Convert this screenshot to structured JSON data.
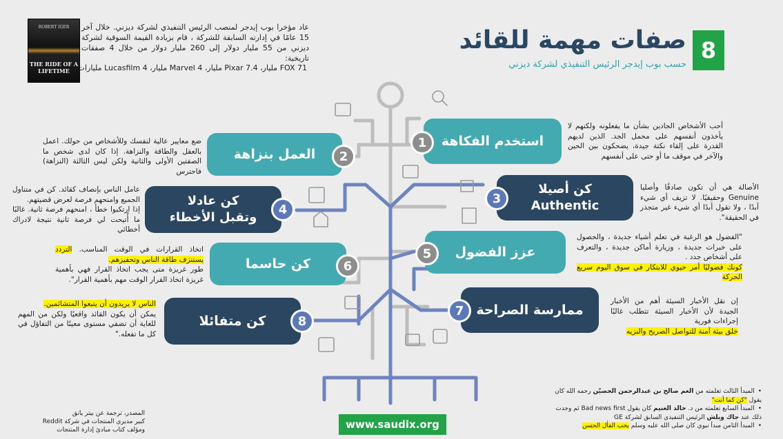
{
  "header": {
    "number": "8",
    "title": "صفات مهمة للقائد",
    "subtitle": "حسب بوب إيدجر الرئيس التنفيذي لشركة ديزني",
    "intro": "عاد مؤخرا بوب إيدجر لمنصب الرئيس التنفيذي لشركة ديزني. خلال آخر 15 عامًا في إدارته السابقة للشركة ، قام بزيادة القيمة السوقية لشركة ديزني من 55 مليار دولار إلى 260 مليار دولار من خلال 4 صفقات تاريخية:",
    "deals": "FOX 71 مليار، Pixar 7.4 مليار، Marvel 4 مليار، Lucasfilm 4 مليارات",
    "book_top": "ROBERT IGER",
    "book_title": "THE RIDE OF A LIFETIME"
  },
  "traits": [
    {
      "num": "1",
      "title": "استخدم الفكاهة",
      "desc": "أحب الأشخاص الجادين بشأن ما يفعلونه ولكنهم لا يأخذون أنفسهم على محمل الجد. الذين لديهم القدرة على إلقاء نكتة جيدة، يضحكون بين الحين والآخر في موقف ما أو حتى على أنفسهم"
    },
    {
      "num": "2",
      "title": "العمل بنزاهة",
      "desc": "ضع معايير عالية لنفسك وللأشخاص من حولك. اعمل بالعقل والطاقة والنزاهة. إذا كان لدى شخص ما الصفتين الأولى والثانية ولكن ليس الثالثة (النزاهة) فاحترس"
    },
    {
      "num": "3",
      "title": "كن أصيلا",
      "title2": "Authentic",
      "desc": "الأصالة هي أن تكون صادقًا وأصليا Genuine وحقيقيًا. لا تزيف أي شيء أبدًا ، ولا تقول أبدًا أي شيء غير متجذر في الحقيقة\"."
    },
    {
      "num": "4",
      "title": "كن عادلا",
      "title2": "وتقبل الأخطاء",
      "desc1": "عامل الناس بإنصاف كقائد. كن في متناول الجميع وامنحهم فرصة لعرض قضيتهم.",
      "desc2": "إذا ارتكبوا خطأ ، امنحهم فرصة ثانية. غالبًا ما أُتيحت لي فرصة ثانية نتيجة لادراك أخطائي"
    },
    {
      "num": "5",
      "title": "عزز الفضول",
      "desc": "\"الفضول هو الرغبة في تعلم أشياء جديدة ، والحصول على خبرات جديدة ، وزيارة أماكن جديدة ، والتعرف على أشخاص جدد .",
      "highlight": "كونك فضوليًا أمر حيوي للابتكار في سوق اليوم سريع الحركة"
    },
    {
      "num": "6",
      "title": "كن حاسما",
      "desc1": "اتخاذ القرارات في الوقت المناسب.",
      "highlight": "التردد يستنزف طاقة الناس وتحفيزهم.",
      "desc2": "طور غريزة متى يجب اتخاذ القرار فهي بأهمية غريزة اتخاذ القرار الوقت مهم بأهمية القرار\"."
    },
    {
      "num": "7",
      "title": "ممارسة الصراحة",
      "desc": "إن نقل الأخبار السيئة أهم من الأخبار الجيدة لأن الأخبار السيئة تتطلب غالبًا إجراءات فورية",
      "highlight": "خلق بيئة آمنة للتواصل الصريح والنزيه"
    },
    {
      "num": "8",
      "title": "كن متفائلا",
      "highlight": "الناس لا يريدون أن يتبعوا المتشائمين.",
      "desc": "يمكن أن يكون القائد واقعيًا ولكن من المهم للغاية أن تضفي مستوى معينًا من التفاؤل في كل ما تفعله.\""
    }
  ],
  "footer": {
    "website": "www.saudix.org",
    "source1": "المصدر، ترجمة عن بيتر يانق",
    "source2": "كبير مديري المنتجات في شركة Reddit",
    "source3": "ومؤلف كتاب مبادئ إدارة المنتجات",
    "note1a": "المبدأ الثالث تعلمته من ",
    "note1b": "العم صالح بن عبدالرحمن الحصيّن",
    "note1c": " رحمه الله كان يقول ",
    "note1d": "\"كن كما أنت\"",
    "note2a": "المبدأ السابع تعلمته من د. ",
    "note2b": "خالد الغنيم",
    "note2c": " كان يقول Bad news first ثم وجدت ذلك عند ",
    "note2d": "جاك ويلش",
    "note2e": " الرئيس التنفيذي السابق لشركة GE",
    "note3a": "المبدأ الثامن مبدأ نبوي كان صلى الله عليه وسلم ",
    "note3b": "يحب الفأل الحسن"
  }
}
